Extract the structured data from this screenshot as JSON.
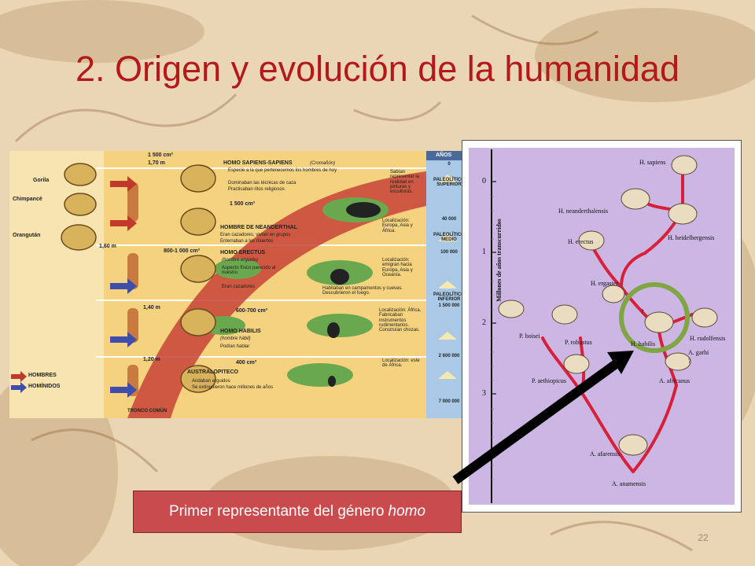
{
  "slide": {
    "title": "2. Origen y evolución de la humanidad",
    "callout_text": "Primer representante del género",
    "callout_emphasis": "homo",
    "page_number": "22"
  },
  "infographic": {
    "primates": [
      "Gorila",
      "Chimpancé",
      "Orangután"
    ],
    "years_header": "AÑOS",
    "legend": [
      "HOMBRES",
      "HOMÍNIDOS"
    ],
    "common_trunk": "TRONCO COMÚN",
    "heights": [
      "1,70 m",
      "1,60 m",
      "1,40 m",
      "1,20 m"
    ],
    "stages": [
      {
        "name": "HOMO SAPIENS-SAPIENS",
        "sub": "(Cromañón)",
        "cm3": "1 500 cm³",
        "bullets": [
          "Especie a la que pertenecemos los hombres de hoy",
          "Dominaban las técnicas de caza",
          "Practicaban ritos religiosos"
        ],
        "note": "Sabían representar la realidad en pinturas y esculturas."
      },
      {
        "name": "HOMBRE DE NEANDERTHAL",
        "sub": "",
        "cm3": "1 500 cm³",
        "bullets": [
          "Eran cazadores, vivían en grupos",
          "Enterraban a los muertos"
        ],
        "note": "Localización: Europa, Asia y África."
      },
      {
        "name": "HOMO ERECTUS",
        "sub": "(hombre erguido)",
        "cm3": "800-1 000 cm³",
        "bullets": [
          "Aspecto físico parecido al nuestro",
          "Eran cazadores"
        ],
        "note": "Localización: emigran hacia Europa, Asia y Oceanía."
      },
      {
        "name": "HOMO HABILIS",
        "sub": "(hombre hábil)",
        "cm3": "600-700 cm³",
        "bullets": [
          "Podían hablar"
        ],
        "note": "Localización: África. Fabricaban instrumentos rudimentarios. Construían chozas."
      },
      {
        "name": "AUSTRALOPITECO",
        "sub": "",
        "cm3": "400 cm³",
        "bullets": [
          "Andaban erguidos",
          "Se extinguieron hace millones de años"
        ],
        "note": "Localización: este de África."
      }
    ],
    "fire_note": "Habitaban en campamentos y cuevas. Descubrieron el fuego.",
    "periods": [
      "PALEOLÍTICO SUPERIOR",
      "PALEOLÍTICO MEDIO",
      "PALEOLÍTICO INFERIOR"
    ],
    "years": [
      "0",
      "40 000",
      "100 000",
      "1 500 000",
      "2 600 000",
      "7 000 000"
    ]
  },
  "phylogeny": {
    "axis_label": "Millones de años transcurridos",
    "ticks": [
      "0",
      "1",
      "2",
      "3"
    ],
    "species": {
      "sapiens": "H. sapiens",
      "neanderthalensis": "H. neanderthalensis",
      "heidelbergensis": "H. heidelbergensis",
      "erectus": "H. erectus",
      "ergaster": "H. ergaster",
      "habilis": "H. habilis",
      "rudolfensis": "H. rudolfensis",
      "garhi": "A. garhi",
      "boisei": "P. boisei",
      "robustus": "P. robustus",
      "aethiopicus": "P. aethiopicus",
      "africanus": "A. africanus",
      "afarensis": "A. afarensis",
      "anamensis": "A. anamensis"
    },
    "question_mark": "?",
    "colors": {
      "branch": "#d8203a",
      "highlight_ring": "#7fa642",
      "background": "#cbb6e4"
    }
  },
  "colors": {
    "title": "#b3191b",
    "callout_bg": "#c94b4d",
    "arrow": "#000000"
  }
}
